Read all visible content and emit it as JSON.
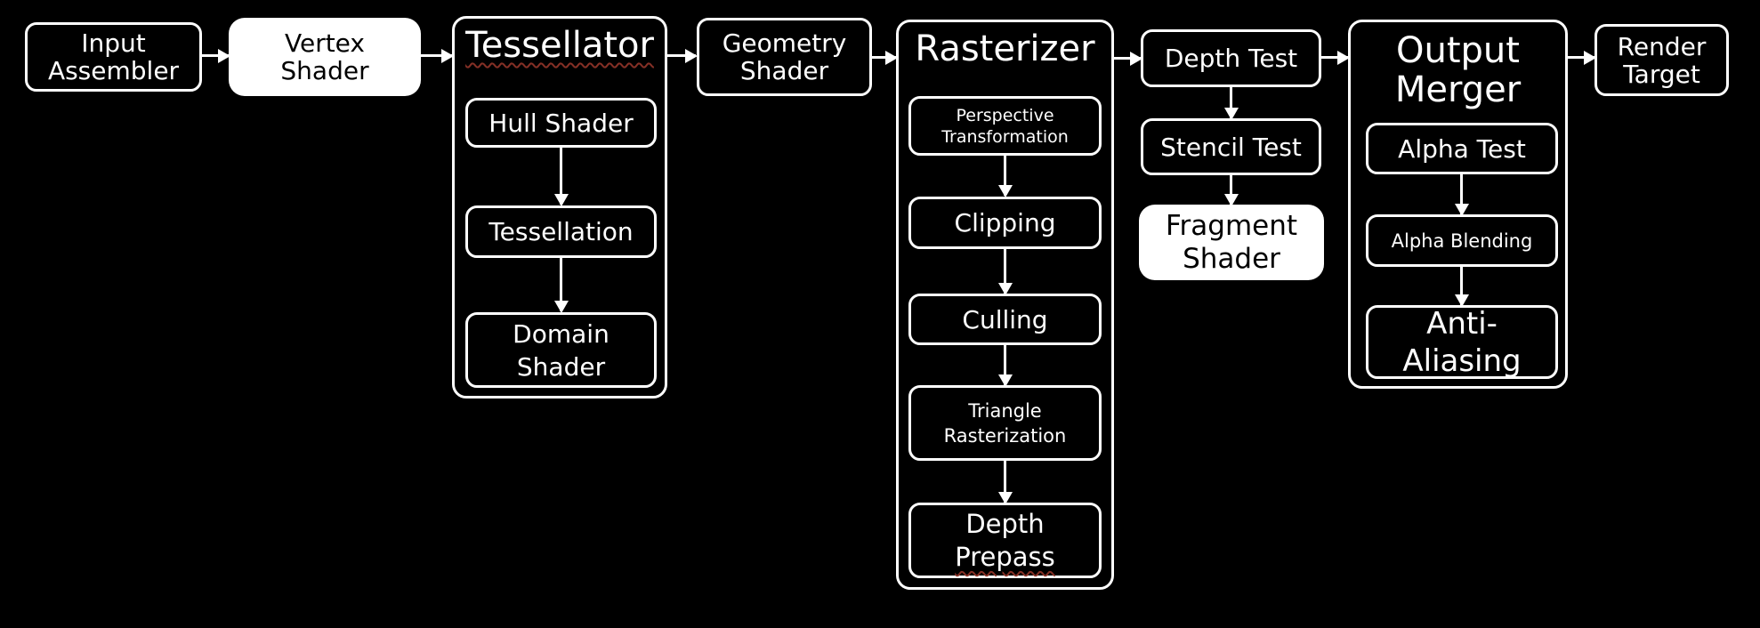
{
  "colors": {
    "background": "#000000",
    "node_fill": "#000000",
    "node_border": "#ffffff",
    "text": "#ffffff",
    "highlight_fill": "#ffffff",
    "highlight_text": "#000000",
    "spellcheck_underline": "#853026"
  },
  "pipeline": {
    "input_assembler": {
      "label": "Input Assembler"
    },
    "vertex_shader": {
      "label": "Vertex Shader",
      "highlighted": true
    },
    "tessellator": {
      "title": "Tessellator",
      "misspelled": true,
      "hull_shader": {
        "label": "Hull Shader"
      },
      "tessellation": {
        "label": "Tessellation"
      },
      "domain_shader": {
        "label": "Domain Shader"
      }
    },
    "geometry_shader": {
      "label": "Geometry Shader"
    },
    "rasterizer": {
      "title": "Rasterizer",
      "perspective_transformation": {
        "label": "Perspective Transformation"
      },
      "clipping": {
        "label": "Clipping"
      },
      "culling": {
        "label": "Culling"
      },
      "triangle_rasterization": {
        "label": "Triangle Rasterization"
      },
      "depth_prepass": {
        "words": [
          "Depth",
          "Prepass"
        ],
        "misspelled_word": "Prepass"
      }
    },
    "depth_test": {
      "label": "Depth Test"
    },
    "stencil_test": {
      "label": "Stencil Test"
    },
    "fragment_shader": {
      "label": "Fragment Shader",
      "highlighted": true
    },
    "output_merger": {
      "title": "Output Merger",
      "alpha_test": {
        "label": "Alpha Test"
      },
      "alpha_blending": {
        "label": "Alpha Blending"
      },
      "anti_aliasing": {
        "label": "Anti-Aliasing"
      }
    },
    "render_target": {
      "label": "Render Target"
    }
  }
}
